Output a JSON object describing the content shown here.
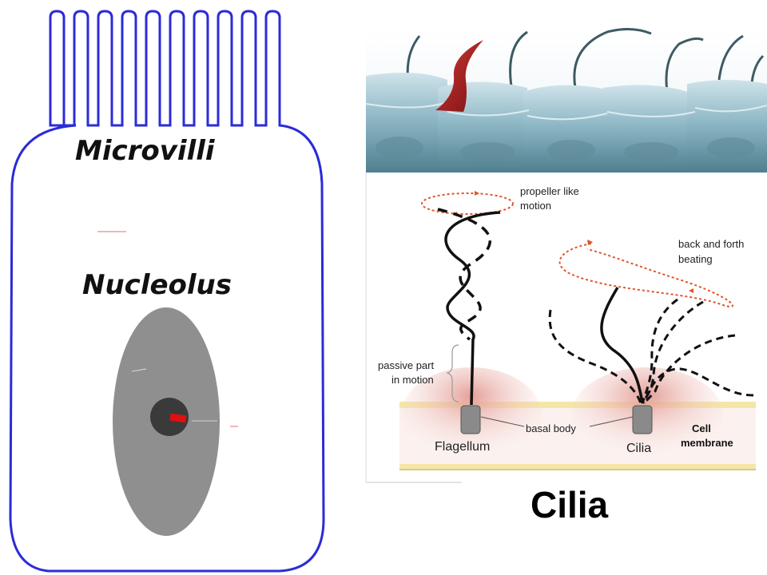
{
  "left_panel": {
    "microvilli_label": "Microvilli",
    "nucleolus_label": "Nucleolus",
    "colors": {
      "cell_outline": "#2b2bd9",
      "nucleus": "#8f8f8f",
      "nucleolus": "#3a3a3a",
      "marker": "#e01010"
    }
  },
  "right_panel": {
    "propeller_label_1": "propeller like",
    "propeller_label_2": "motion",
    "back_forth_label_1": "back and forth",
    "back_forth_label_2": "beating",
    "passive_label_1": "passive part",
    "passive_label_2": "in motion",
    "basal_body_label": "basal body",
    "flagellum_label": "Flagellum",
    "cilia_small_label": "Cilia",
    "cell_membrane_label_1": "Cell",
    "cell_membrane_label_2": "membrane",
    "title": "Cilia",
    "colors": {
      "motion_arrow": "#e0552a",
      "membrane_band": "#f4e7a6",
      "membrane_glow": "#e8a7a0",
      "basal_body": "#8a8a8a",
      "tissue": "#8fb8c6"
    }
  }
}
